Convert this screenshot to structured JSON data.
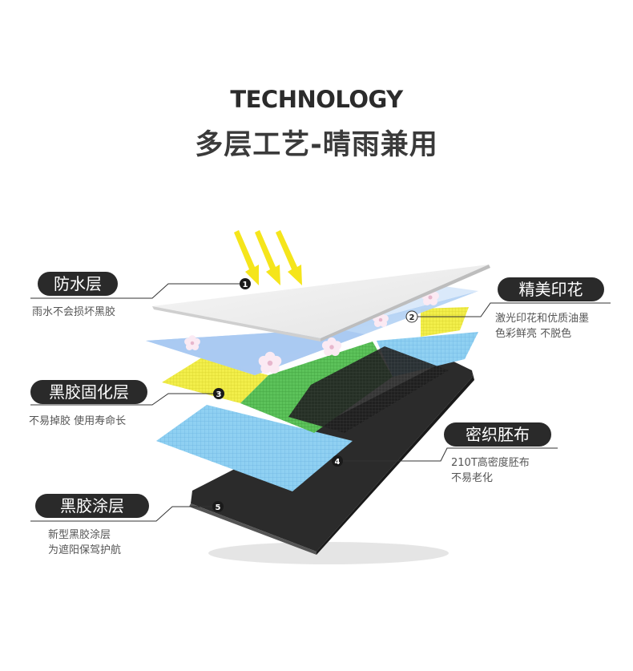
{
  "heading": {
    "title_en": "TECHNOLOGY",
    "title_cn": "多层工艺-晴雨兼用"
  },
  "layers": [
    {
      "number": "1",
      "label": "防水层",
      "desc": [
        "雨水不会损坏黑胶"
      ]
    },
    {
      "number": "2",
      "label": "精美印花",
      "desc": [
        "激光印花和优质油墨",
        "色彩鲜亮 不脱色"
      ]
    },
    {
      "number": "3",
      "label": "黑胶固化层",
      "desc": [
        "不易掉胶 使用寿命长"
      ]
    },
    {
      "number": "4",
      "label": "密织胚布",
      "desc": [
        "210T高密度胚布",
        "不易老化"
      ]
    },
    {
      "number": "5",
      "label": "黑胶涂层",
      "desc": [
        "新型黑胶涂层",
        "为遮阳保驾护航"
      ]
    }
  ],
  "colors": {
    "label_bg": "#2a2a2a",
    "sun_arrow": "#f5e51b",
    "top_layer": "#f2f2f2",
    "print_layer": "#bcd6f5",
    "yellow_strip": "#f2ee4a",
    "green_strip": "#5cc25a",
    "blue_mesh": "#8fd0f2",
    "black_layer": "#2b2b2b"
  },
  "icons": [
    "sun-arrow-icon",
    "flower-icon"
  ]
}
